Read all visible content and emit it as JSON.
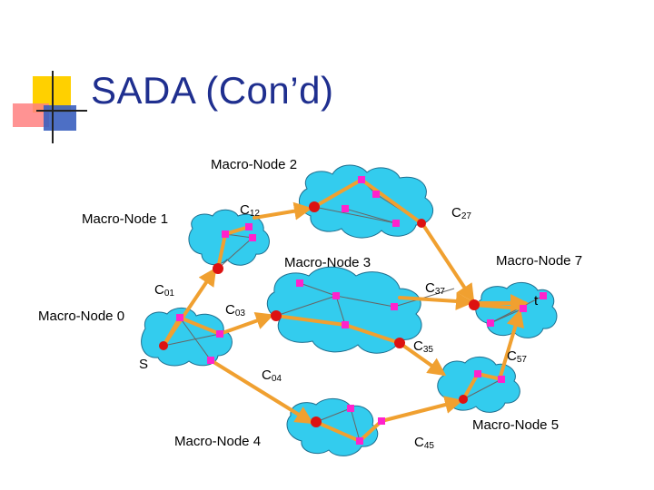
{
  "title": "SADA (Con’d)",
  "colors": {
    "cloud_fill": "#33ccee",
    "cloud_stroke": "#1f6f8f",
    "orange": "#f0a030",
    "link_gray": "#666666",
    "red_node": "#dd1111",
    "pink_node": "#ff22cc",
    "title_blue": "#1f2f8f",
    "logo_yellow": "#ffd000",
    "logo_red": "#ff8080",
    "logo_blue": "#3a5fbf"
  },
  "macro_nodes": [
    {
      "id": "mn0",
      "label": "Macro-Node 0"
    },
    {
      "id": "mn1",
      "label": "Macro-Node 1"
    },
    {
      "id": "mn2",
      "label": "Macro-Node 2"
    },
    {
      "id": "mn3",
      "label": "Macro-Node 3"
    },
    {
      "id": "mn4",
      "label": "Macro-Node 4"
    },
    {
      "id": "mn5",
      "label": "Macro-Node 5"
    },
    {
      "id": "mn7",
      "label": "Macro-Node 7"
    }
  ],
  "costs": [
    {
      "id": "c01",
      "main": "C",
      "sub": "01"
    },
    {
      "id": "c12",
      "main": "C",
      "sub": "12"
    },
    {
      "id": "c27",
      "main": "C",
      "sub": "27"
    },
    {
      "id": "c03",
      "main": "C",
      "sub": "03"
    },
    {
      "id": "c37",
      "main": "C",
      "sub": "37"
    },
    {
      "id": "c35",
      "main": "C",
      "sub": "35"
    },
    {
      "id": "c04",
      "main": "C",
      "sub": "04"
    },
    {
      "id": "c45",
      "main": "C",
      "sub": "45"
    },
    {
      "id": "c57",
      "main": "C",
      "sub": "57"
    }
  ],
  "endpoints": {
    "source": "S",
    "target": "t"
  }
}
